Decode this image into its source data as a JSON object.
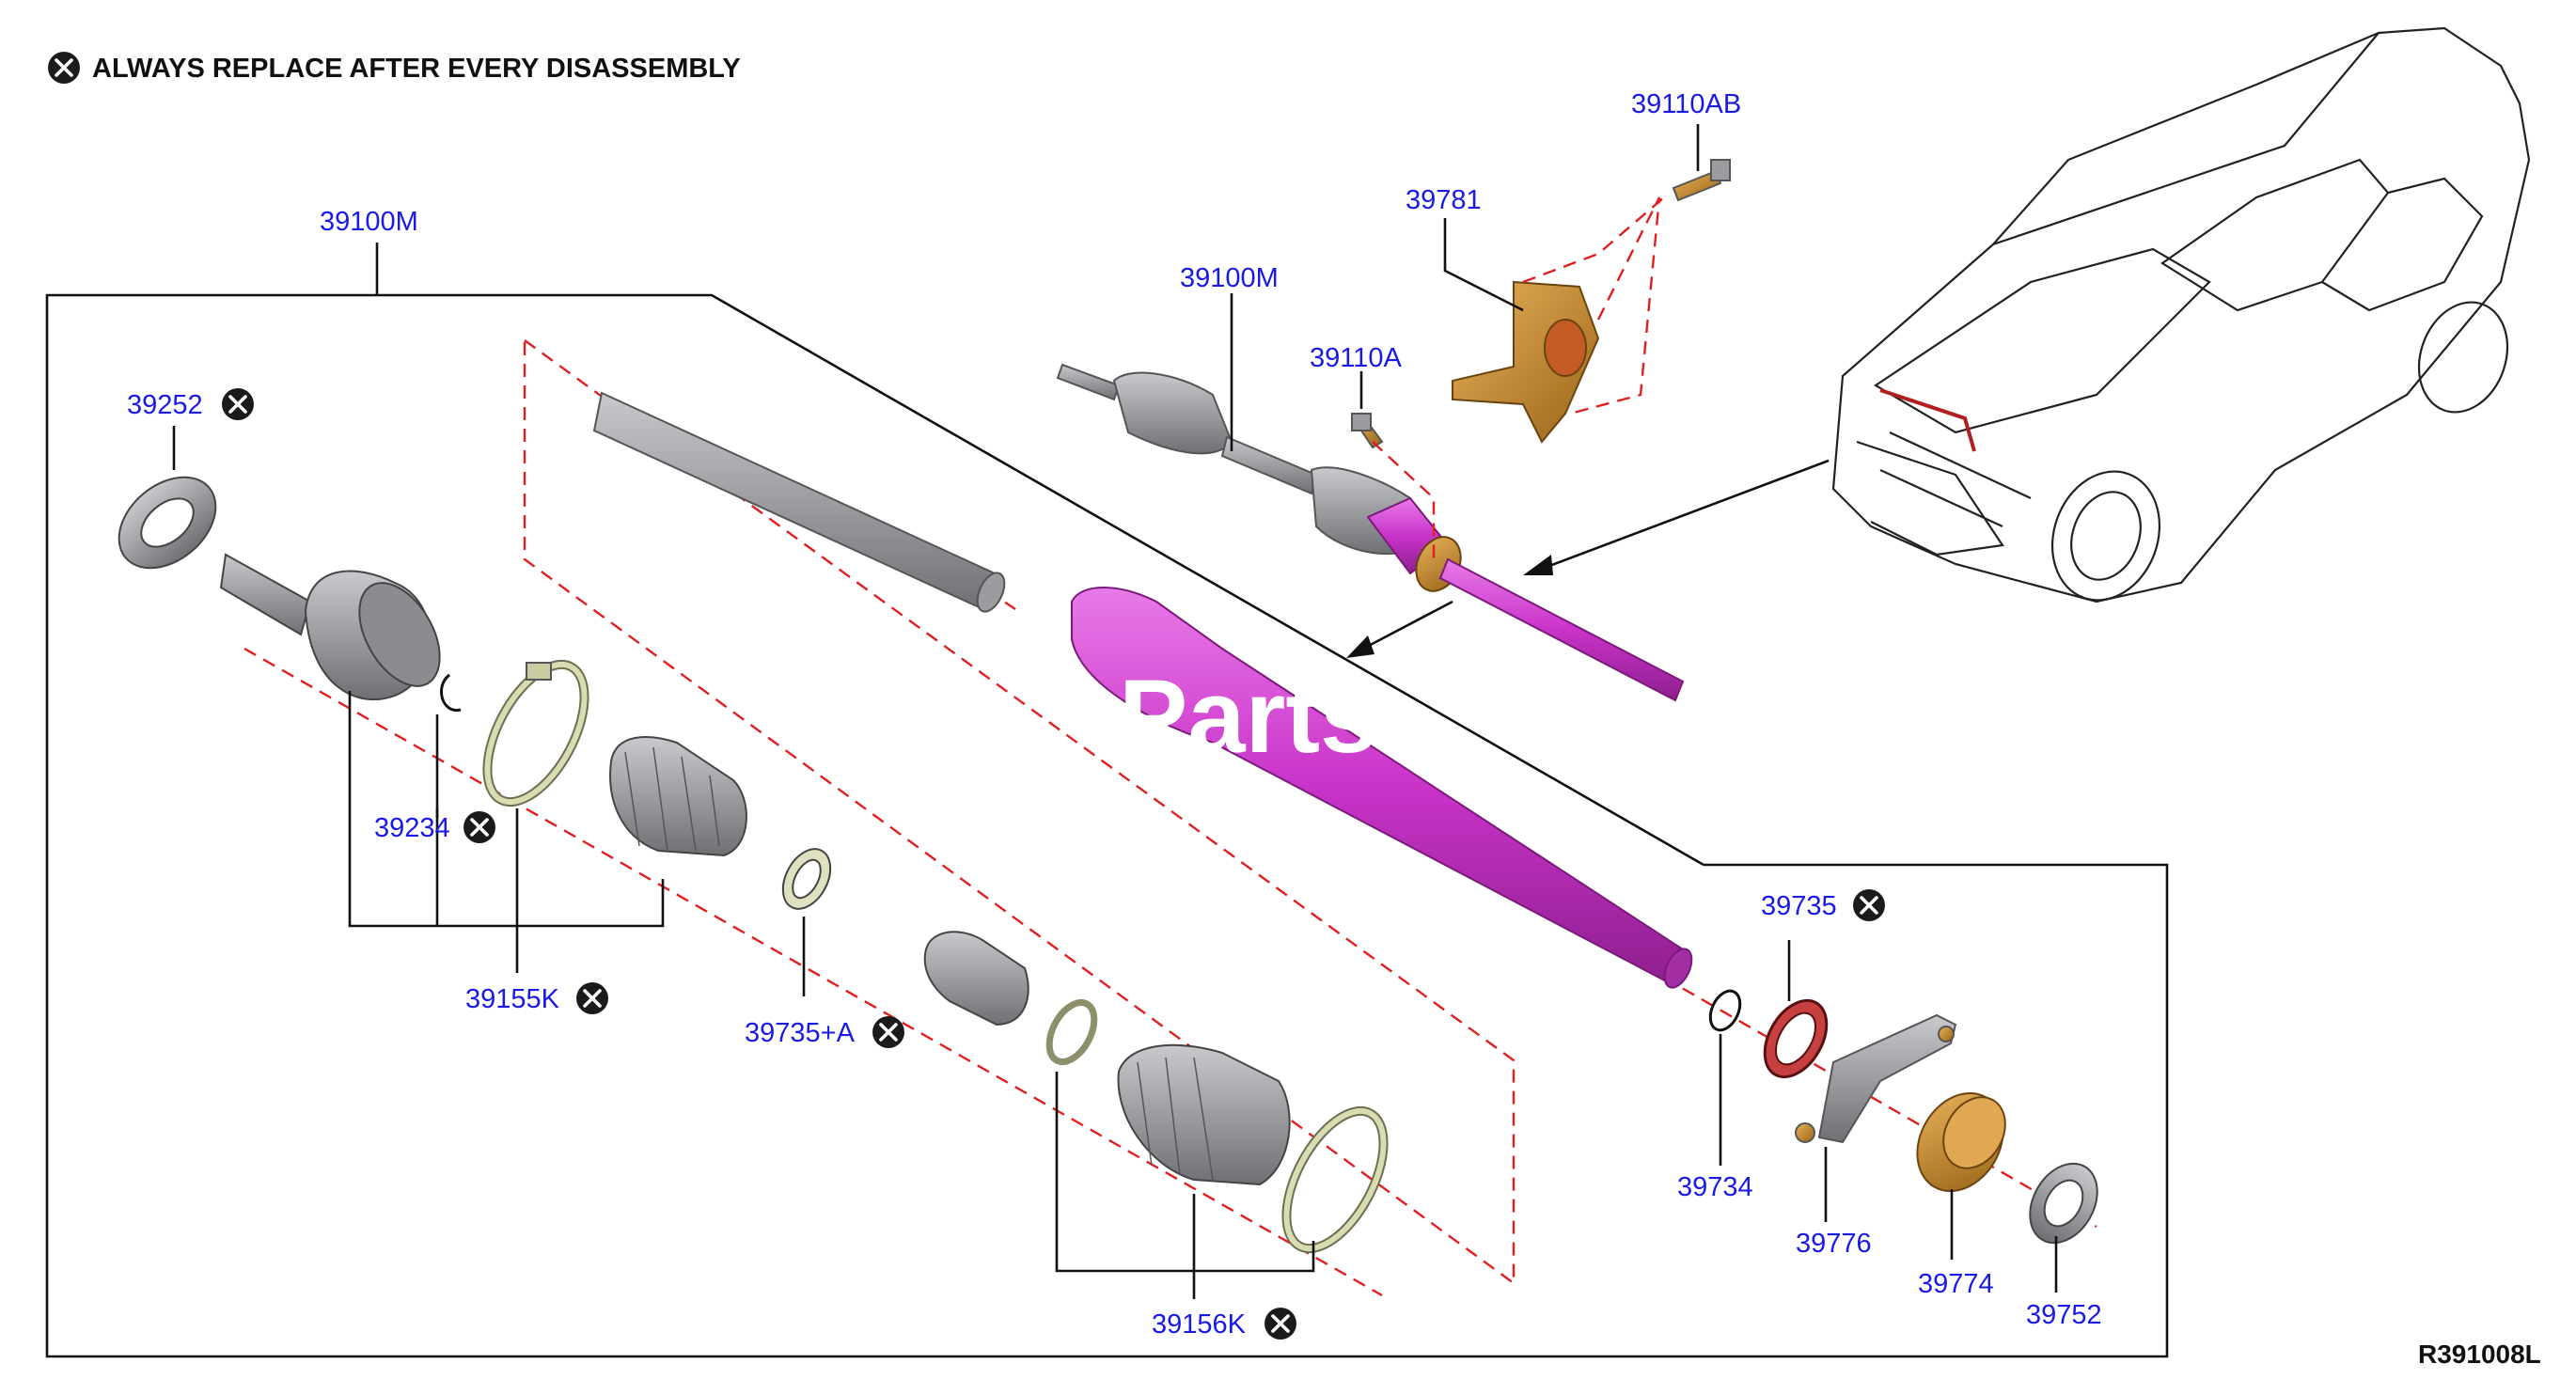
{
  "notice": {
    "text": "ALWAYS REPLACE AFTER EVERY DISASSEMBLY",
    "icon": "replace-x-icon"
  },
  "figure_code": "R391008L",
  "watermark": "Parts",
  "colors": {
    "label": "#1a1ae6",
    "dash": "#e02020",
    "shaft": "#cc33cc",
    "boot": "#9a9ca0",
    "clamp": "#c9cba0",
    "knuckle": "#c98a2a"
  },
  "callouts": [
    {
      "id": "39100M-top",
      "text": "39100M",
      "replace": false
    },
    {
      "id": "39100M-assy",
      "text": "39100M",
      "replace": false
    },
    {
      "id": "39110AB",
      "text": "39110AB",
      "replace": false
    },
    {
      "id": "39781",
      "text": "39781",
      "replace": false
    },
    {
      "id": "39110A",
      "text": "39110A",
      "replace": false
    },
    {
      "id": "39252",
      "text": "39252",
      "replace": true
    },
    {
      "id": "39234",
      "text": "39234",
      "replace": true
    },
    {
      "id": "39155K",
      "text": "39155K",
      "replace": true
    },
    {
      "id": "39735A",
      "text": "39735+A",
      "replace": true
    },
    {
      "id": "39156K",
      "text": "39156K",
      "replace": true
    },
    {
      "id": "39735",
      "text": "39735",
      "replace": true
    },
    {
      "id": "39734",
      "text": "39734",
      "replace": false
    },
    {
      "id": "39776",
      "text": "39776",
      "replace": false
    },
    {
      "id": "39774",
      "text": "39774",
      "replace": false
    },
    {
      "id": "39752",
      "text": "39752",
      "replace": false
    }
  ]
}
